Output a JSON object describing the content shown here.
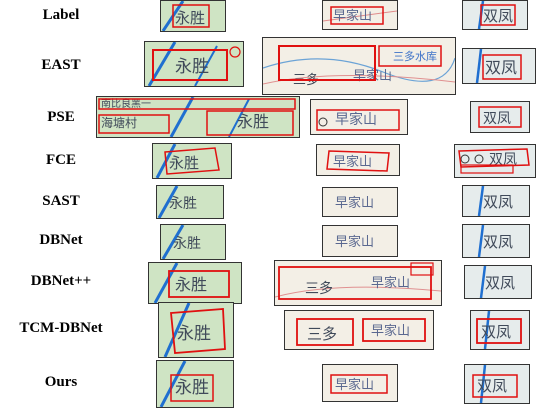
{
  "row_labels": [
    "Label",
    "EAST",
    "PSE",
    "FCE",
    "SAST",
    "DBNet",
    "DBNet++",
    "TCM-DBNet",
    "Ours"
  ],
  "map_text": {
    "yongsheng": "永胜",
    "chenjiashan": "早家山",
    "shuangfeng": "双凤",
    "sanduo": "三多",
    "sanduo_reservoir": "三多水库",
    "haitang": "海塘村",
    "partial_text": "南比良黑一"
  },
  "colors": {
    "map_bg": "#cfe4c4",
    "road": "#1f6fd0",
    "box": "#e01010",
    "text": "#404a5a"
  }
}
